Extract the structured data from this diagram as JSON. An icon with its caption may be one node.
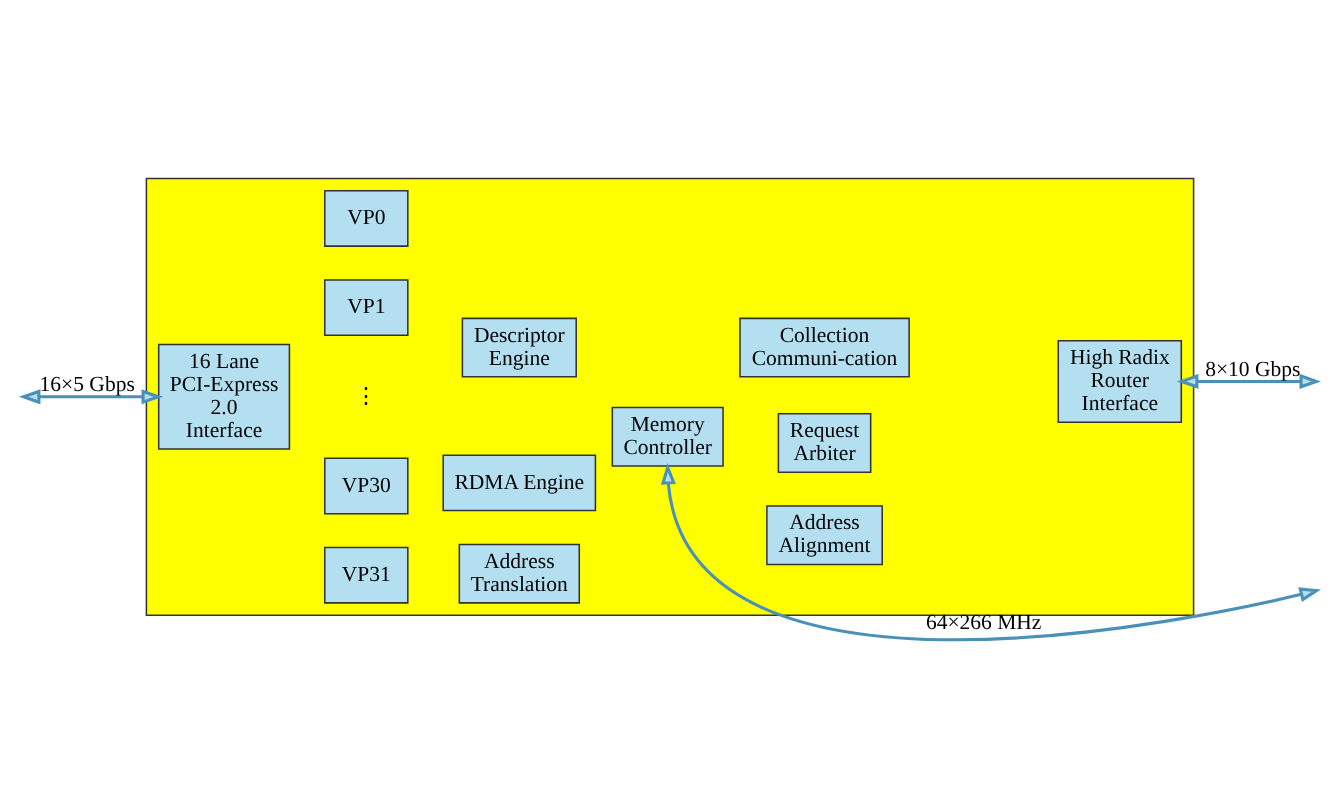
{
  "diagram": {
    "nodes": [
      {
        "text": [],
        "shape": "box"
      },
      {
        "text": [
          "16 Lane PCI-Express 2.0 Interface"
        ],
        "in": 0
      },
      {
        "text": [
          "VP0"
        ],
        "in": 0
      },
      {
        "text": [
          "VP1"
        ],
        "in": 0
      },
      {
        "text": [
          "VP30"
        ],
        "in": 0
      },
      {
        "text": [
          "VP31"
        ],
        "in": 0
      },
      {
        "text": [
          "Descriptor Engine"
        ],
        "in": 0
      },
      {
        "text": [
          "Collection Communi-cation"
        ],
        "in": 0
      },
      {
        "text": [
          "RDMA Engine"
        ],
        "in": 0
      },
      {
        "text": [
          "Request Arbiter"
        ],
        "in": 0
      },
      {
        "text": [
          "Address Translation"
        ],
        "in": 0
      },
      {
        "text": [
          "Address Alignment"
        ],
        "in": 0
      },
      {
        "text": [
          "Memory Controller"
        ],
        "in": 0
      },
      {
        "text": [
          "High Radix Router Interface"
        ],
        "in": 0
      }
    ],
    "edges": [
      {
        "from": null,
        "to": 1,
        "arrow": "both",
        "label": "16×5 Gbps"
      },
      {
        "from": 13,
        "to": null,
        "arrow": "both",
        "label": "8×10 Gbps"
      },
      {
        "from": 12,
        "to": null,
        "arrow": "both",
        "label": "64×266 MHz"
      }
    ],
    "labels": [
      "⋮"
    ]
  }
}
